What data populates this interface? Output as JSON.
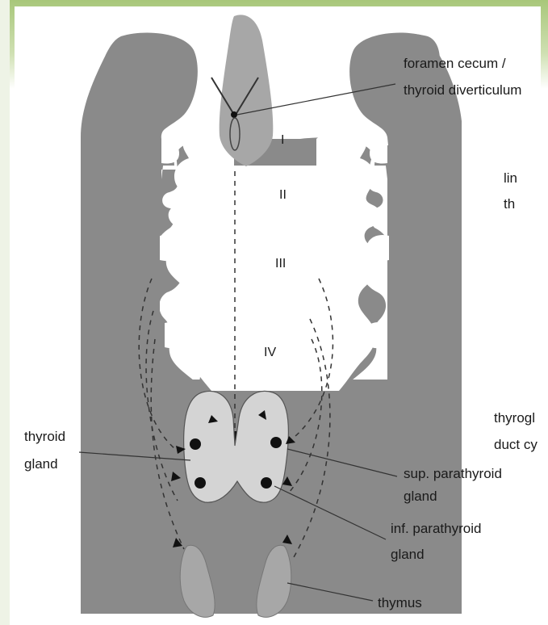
{
  "colors": {
    "background": "#ffffff",
    "slide_accent": "#a8c77a",
    "tissue_dark": "#8a8a8a",
    "tissue_mid": "#a7a7a7",
    "thyroid_light": "#d4d4d4",
    "line": "#333333",
    "text": "#1a1a1a"
  },
  "arches": {
    "one": "I",
    "two": "II",
    "three": "III",
    "four": "IV"
  },
  "labels": {
    "foramen_line1": "foramen cecum /",
    "foramen_line2": "thyroid diverticulum",
    "thyroid_line1": "thyroid",
    "thyroid_line2": "gland",
    "sup_line1": "sup. parathyroid",
    "sup_line2": "gland",
    "inf_line1": "inf. parathyroid",
    "inf_line2": "gland",
    "thymus": "thymus"
  },
  "cut_off_text": {
    "right1_line1": "lin",
    "right1_line2": "th",
    "right2_line1": "thyrogl",
    "right2_line2": "duct cy"
  },
  "icons": {
    "arrowhead": "arrowhead-icon",
    "parathyroid_dot": "parathyroid-dot-icon"
  }
}
